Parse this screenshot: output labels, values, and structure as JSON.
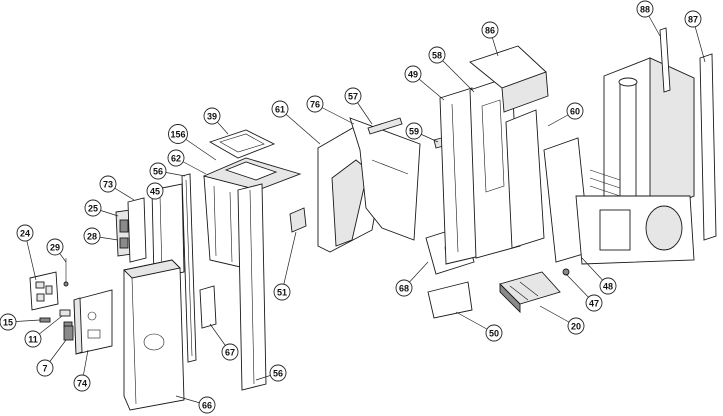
{
  "diagram": {
    "type": "exploded-parts-view",
    "line_color": "#1a1a1a",
    "background": "#ffffff"
  },
  "callouts": [
    {
      "id": "88",
      "label": "88"
    },
    {
      "id": "87",
      "label": "87"
    },
    {
      "id": "86",
      "label": "86"
    },
    {
      "id": "58",
      "label": "58"
    },
    {
      "id": "49",
      "label": "49"
    },
    {
      "id": "60",
      "label": "60"
    },
    {
      "id": "57",
      "label": "57"
    },
    {
      "id": "76",
      "label": "76"
    },
    {
      "id": "61",
      "label": "61"
    },
    {
      "id": "59",
      "label": "59"
    },
    {
      "id": "39",
      "label": "39"
    },
    {
      "id": "156",
      "label": "156"
    },
    {
      "id": "62",
      "label": "62"
    },
    {
      "id": "56a",
      "label": "56"
    },
    {
      "id": "73",
      "label": "73"
    },
    {
      "id": "45",
      "label": "45"
    },
    {
      "id": "25",
      "label": "25"
    },
    {
      "id": "28",
      "label": "28"
    },
    {
      "id": "24",
      "label": "24"
    },
    {
      "id": "29",
      "label": "29"
    },
    {
      "id": "51",
      "label": "51"
    },
    {
      "id": "68",
      "label": "68"
    },
    {
      "id": "48",
      "label": "48"
    },
    {
      "id": "47",
      "label": "47"
    },
    {
      "id": "20",
      "label": "20"
    },
    {
      "id": "50",
      "label": "50"
    },
    {
      "id": "15",
      "label": "15"
    },
    {
      "id": "11",
      "label": "11"
    },
    {
      "id": "7",
      "label": "7"
    },
    {
      "id": "74",
      "label": "74"
    },
    {
      "id": "67",
      "label": "67"
    },
    {
      "id": "56b",
      "label": "56"
    },
    {
      "id": "66",
      "label": "66"
    }
  ]
}
